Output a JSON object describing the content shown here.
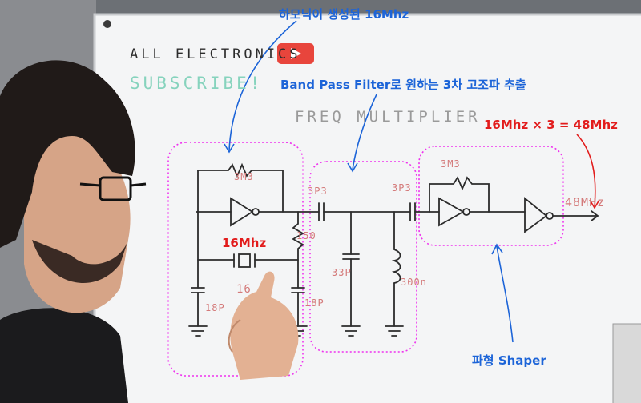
{
  "board": {
    "channel": "ALL ELECTRONICS",
    "subscribe": "SUBSCRIBE!",
    "heading": "FREQ MULTIPLIER"
  },
  "labels": {
    "harmonics": "하모닉이 생성된 16Mhz",
    "bandpass": "Band Pass Filter로 원하는 3차 고조파 추출",
    "equation": "16Mhz × 3 = 48Mhz",
    "crystal": "16Mhz",
    "shaper": "파형 Shaper"
  },
  "components": {
    "r_feedback": "3M3",
    "r_series": "150",
    "c_in": "3P3",
    "c_out": "3P3",
    "c_shunt": "33P",
    "inductor": "300n",
    "c_load_left": "18P",
    "c_load_right": "18P",
    "crystal_mark": "16",
    "r_shaper": "3M3",
    "output": "48MHz"
  },
  "colors": {
    "annotation_blue": "#1c64d8",
    "annotation_red": "#e21c1c",
    "dotted_box": "#ee33ee",
    "ink": "#2c2c2c",
    "youtube_red": "#e8453c"
  }
}
